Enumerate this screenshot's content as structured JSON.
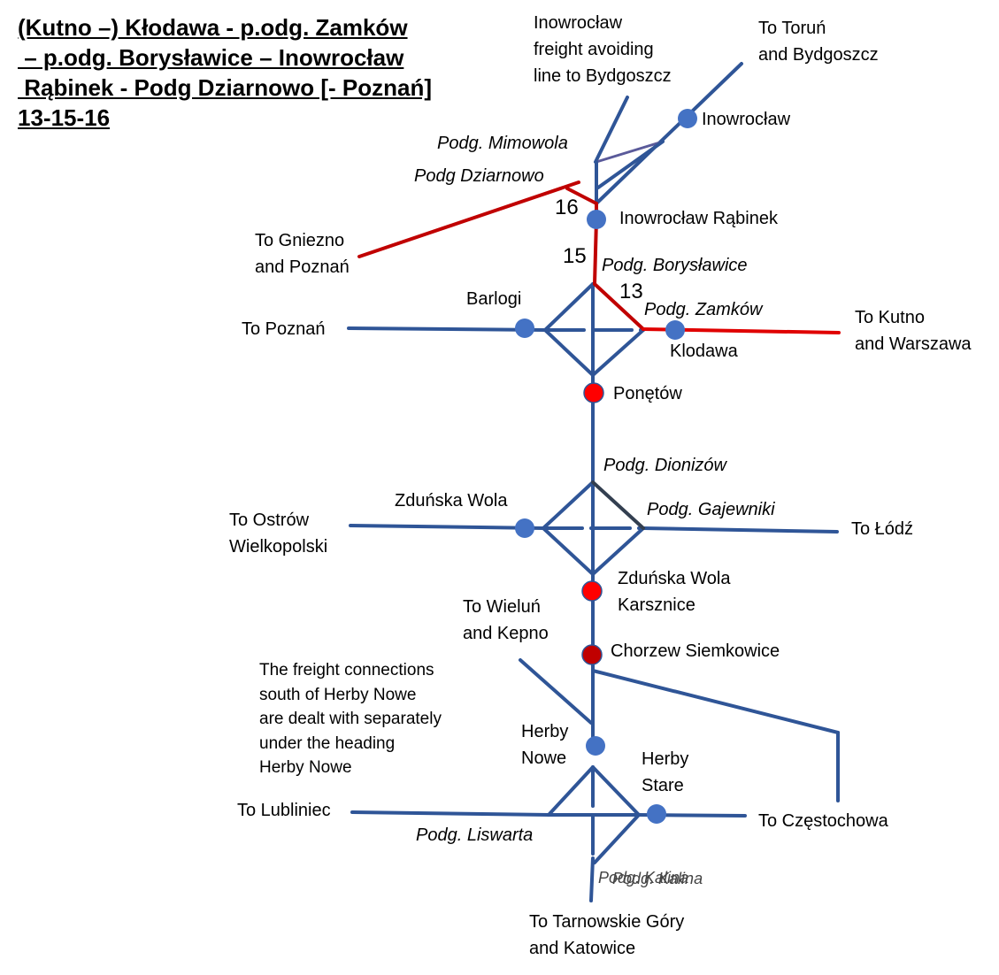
{
  "title": {
    "lines": [
      "(Kutno –) Kłodawa - p.odg. Zamków",
      " – p.odg. Borysławice – Inowrocław",
      " Rąbinek - Podg Dziarnowo [- Poznań]",
      "13-15-16"
    ]
  },
  "colors": {
    "main_line": "#2f5597",
    "highlight_route": "#c00000",
    "kutno_line": "#e00000",
    "station_fill": "#4472c4",
    "station_red": "#ff0000",
    "station_dark_red": "#c00000",
    "junction_dark": "#333f50"
  },
  "stations": {
    "inowroclaw": "Inowrocław",
    "inowroclaw_rabinek": "Inowrocław Rąbinek",
    "barlogi": "Barlogi",
    "klodawa": "Klodawa",
    "ponetow": "Ponętów",
    "zdunska_wola": "Zduńska Wola",
    "zdunska_wola_karsznice": "Zduńska Wola\nKarsznice",
    "chorzew_siemkowice": "Chorzew Siemkowice",
    "herby_nowe": "Herby\nNowe",
    "herby_stare": "Herby\nStare"
  },
  "junctions": {
    "mimowola": "Podg. Mimowola",
    "dziarnowo": "Podg Dziarnowo",
    "boryslawice": "Podg. Borysławice",
    "zamkow": "Podg. Zamków",
    "dionizow": "Podg. Dionizów",
    "gajewniki": "Podg. Gajewniki",
    "liswarta": "Podg. Liswarta",
    "kalina_a": "Podg. Kalina",
    "kalina_b": "Podg. Kalina"
  },
  "destinations": {
    "freight_bydgoszcz": "Inowrocław\nfreight avoiding\nline to Bydgoszcz",
    "torun": "To Toruń\nand Bydgoszcz",
    "gniezno": "To Gniezno\nand Poznań",
    "poznan": "To Poznań",
    "kutno": "To Kutno\nand Warszawa",
    "ostrow": "To Ostrów\nWielkopolski",
    "lodz": "To Łódź",
    "wielun": "To Wieluń\nand Kepno",
    "lubliniec": "To Lubliniec",
    "czestochowa": "To Częstochowa",
    "tarnowskie": "To Tarnowskie Góry\nand Katowice"
  },
  "line_numbers": {
    "n16": "16",
    "n15": "15",
    "n13": "13"
  },
  "note": "The freight connections\nsouth of Herby Nowe\nare dealt with separately\nunder the heading\nHerby Nowe"
}
